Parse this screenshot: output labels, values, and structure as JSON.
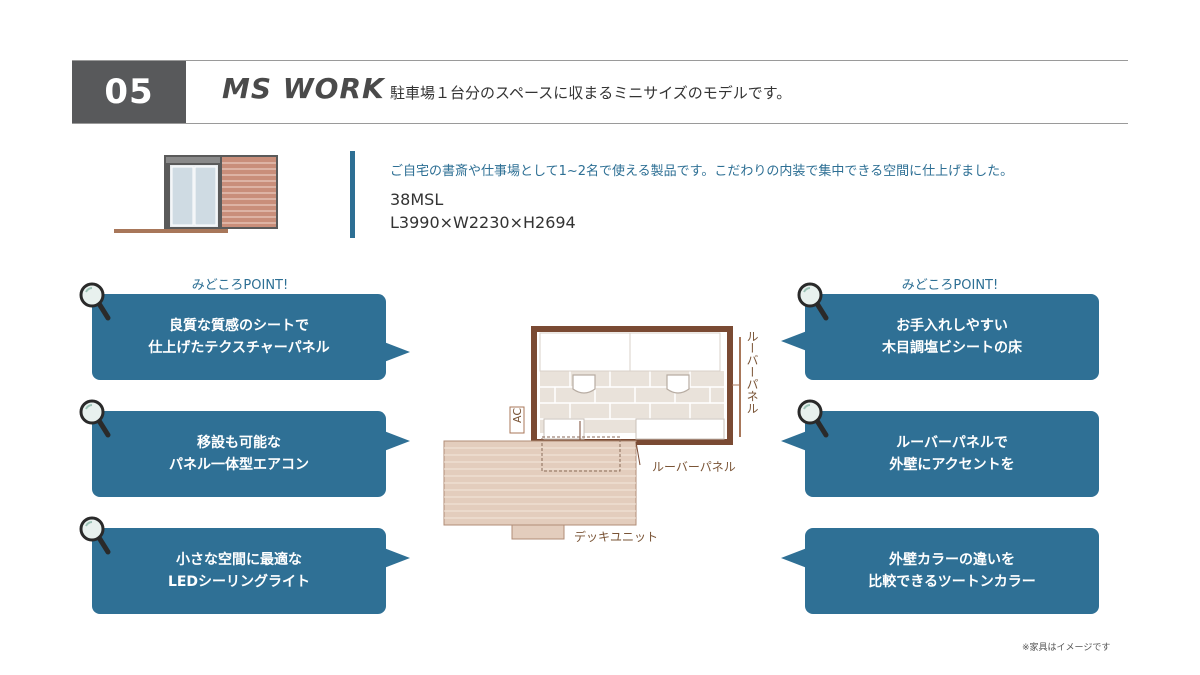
{
  "header": {
    "number": "05",
    "model_name": "MS WORK",
    "tagline": "駐車場１台分のスペースに収まるミニサイズのモデルです。"
  },
  "product": {
    "description": "ご自宅の書斎や仕事場として1~2名で使える製品です。こだわりの内装で集中できる空間に仕上げました。",
    "model_code": "38MSL",
    "dimensions": "L3990×W2230×H2694"
  },
  "points_left": {
    "label": "みどころPOINT!",
    "items": [
      {
        "line1": "良質な質感のシートで",
        "line2": "仕上げたテクスチャーパネル"
      },
      {
        "line1": "移設も可能な",
        "line2": "パネル一体型エアコン"
      },
      {
        "line1": "小さな空間に最適な",
        "line2": "LEDシーリングライト"
      }
    ]
  },
  "points_right": {
    "label": "みどころPOINT!",
    "items": [
      {
        "line1": "お手入れしやすい",
        "line2": "木目調塩ビシートの床"
      },
      {
        "line1": "ルーバーパネルで",
        "line2": "外壁にアクセントを"
      },
      {
        "line1": "外壁カラーの違いを",
        "line2": "比較できるツートンカラー"
      }
    ]
  },
  "plan": {
    "label_louver_vertical": "ルーバーパネル",
    "label_louver_horizontal": "ルーバーパネル",
    "label_ac": "AC",
    "label_deck": "デッキユニット"
  },
  "footnote": "※家具はイメージです",
  "colors": {
    "accent_blue": "#2f7095",
    "header_gray": "#58595b",
    "wood_brown": "#7a4a33"
  }
}
